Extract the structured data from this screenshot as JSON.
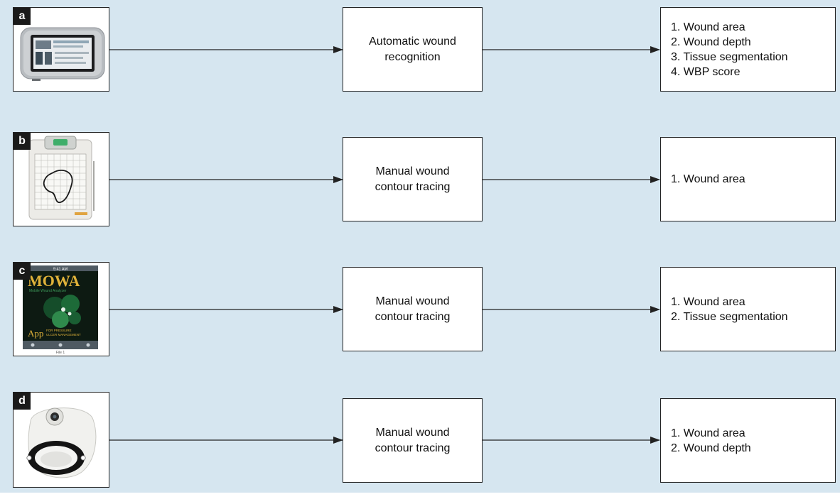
{
  "colors": {
    "background": "#d6e6f0",
    "box_fill": "#ffffff",
    "line": "#222222"
  },
  "rows": [
    {
      "label": "a",
      "device_icon": "tablet-device-icon",
      "method": "Automatic wound\nrecognition",
      "results": [
        "1. Wound area",
        "2. Wound depth",
        "3. Tissue segmentation",
        "4. WBP score"
      ]
    },
    {
      "label": "b",
      "device_icon": "tracing-grid-device-icon",
      "method": "Manual wound\ncontour tracing",
      "results": [
        "1. Wound area"
      ]
    },
    {
      "label": "c",
      "device_icon": "mowa-app-icon",
      "app_screen": {
        "status": "9:41 AM",
        "title": "MOWA",
        "subtitle": "Mobile Wound Analyzer",
        "app": "App",
        "app_line1": "FOR PRESSURE",
        "app_line2": "ULCER MANAGEMENT",
        "footer": "File 1"
      },
      "method": "Manual wound\ncontour tracing",
      "results": [
        "1. Wound area",
        "2. Tissue segmentation"
      ]
    },
    {
      "label": "d",
      "device_icon": "wound-camera-device-icon",
      "method": "Manual wound\ncontour tracing",
      "results": [
        "1. Wound area",
        "2. Wound depth"
      ]
    }
  ]
}
